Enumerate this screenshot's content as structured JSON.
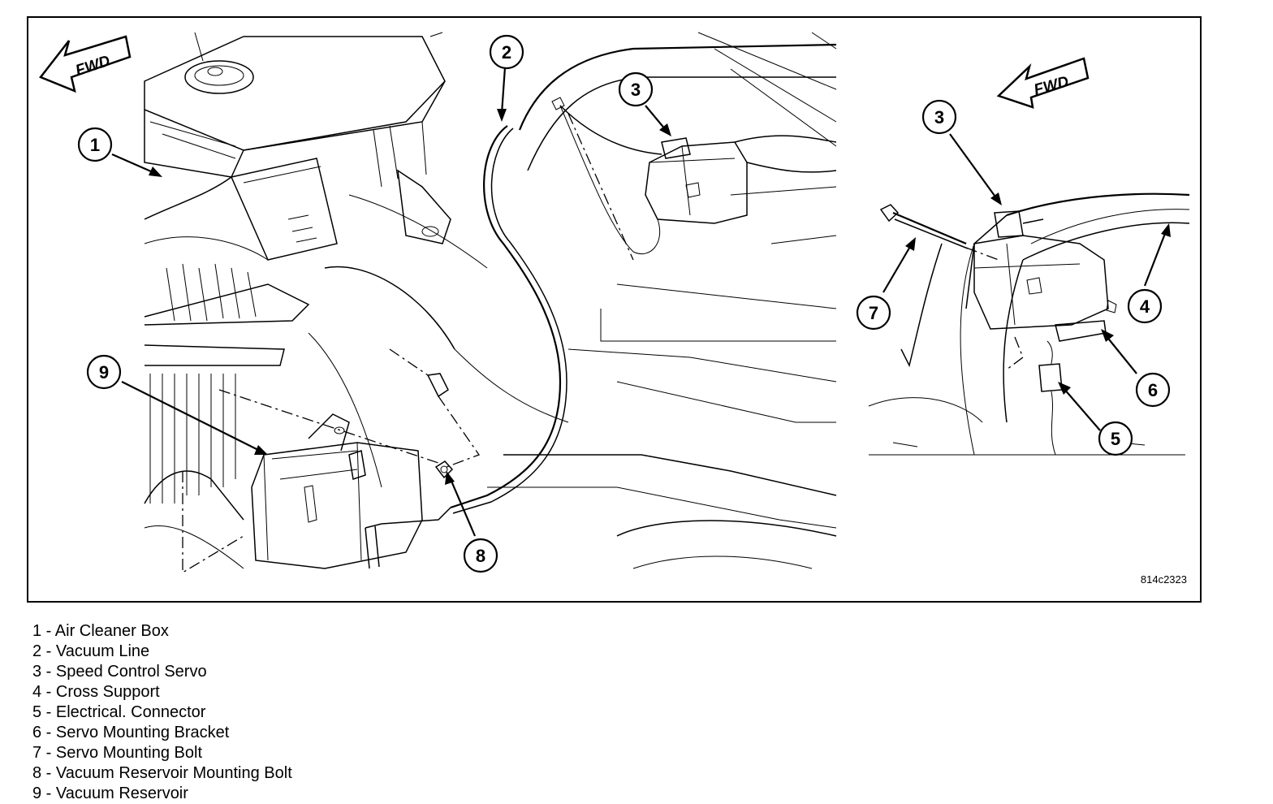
{
  "figure": {
    "direction_label": "FWD",
    "figure_code": "814c2323",
    "callouts": {
      "c1": "1",
      "c2": "2",
      "c3": "3",
      "c3b": "3",
      "c4": "4",
      "c5": "5",
      "c6": "6",
      "c7": "7",
      "c8": "8",
      "c9": "9"
    }
  },
  "legend": [
    "1 - Air Cleaner Box",
    "2 - Vacuum Line",
    "3 - Speed Control Servo",
    "4 - Cross Support",
    "5 - Electrical. Connector",
    "6 - Servo Mounting Bracket",
    "7 - Servo Mounting Bolt",
    "8 - Vacuum Reservoir Mounting Bolt",
    "9 - Vacuum Reservoir"
  ]
}
